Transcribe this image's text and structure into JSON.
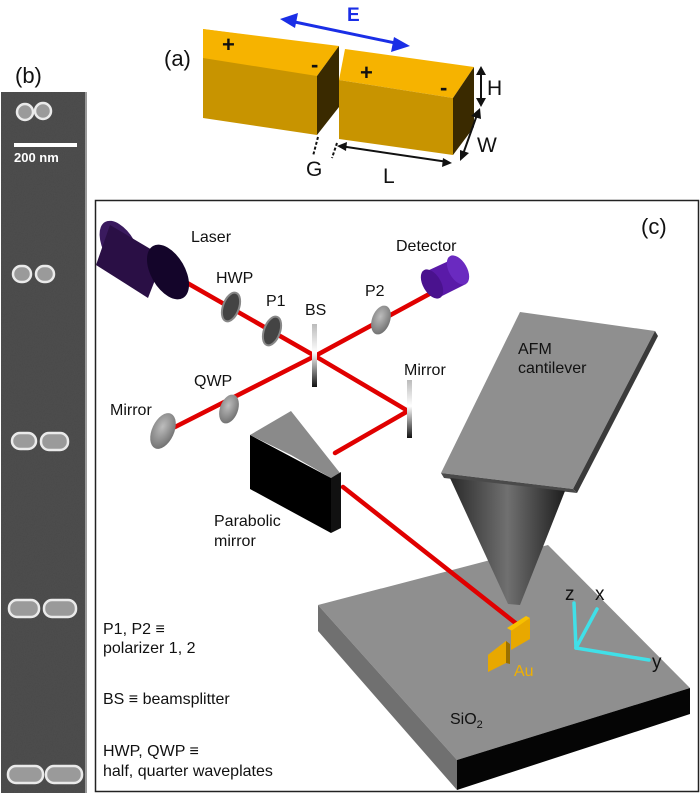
{
  "figure": {
    "panel_a": {
      "label": "(a)",
      "field_label": "E",
      "left_block": {
        "plus": "+",
        "minus": "-"
      },
      "right_block": {
        "plus": "+",
        "minus": "-"
      },
      "dimensions": {
        "height": "H",
        "width": "W",
        "length": "L",
        "gap": "G"
      },
      "colors": {
        "gold_top": "#f7b500",
        "gold_front": "#c89400",
        "gold_side": "#3a2a00",
        "field_arrow": "#1a2ee6"
      }
    },
    "panel_b": {
      "label": "(b)",
      "scale_bar": "200 nm",
      "dimer_count": 5
    },
    "panel_c": {
      "label": "(c)",
      "components": {
        "laser": "Laser",
        "detector": "Detector",
        "hwp": "HWP",
        "p1": "P1",
        "p2": "P2",
        "bs": "BS",
        "qwp": "QWP",
        "mirror_left": "Mirror",
        "mirror_right": "Mirror",
        "parabolic_mirror_line1": "Parabolic",
        "parabolic_mirror_line2": "mirror",
        "afm_line1": "AFM",
        "afm_line2": "cantilever",
        "sample": "Au",
        "substrate": "SiO",
        "substrate_sub": "2"
      },
      "axes": {
        "z": "z",
        "x": "x",
        "y": "y"
      },
      "legend": [
        {
          "line1": "P1, P2  ≡",
          "line2": "polarizer 1, 2"
        },
        {
          "line1": "BS ≡ beamsplitter",
          "line2": ""
        },
        {
          "line1": "HWP, QWP ≡",
          "line2": "half, quarter waveplates"
        }
      ],
      "colors": {
        "beam": "#e00000",
        "laser_body": "#2a0f45",
        "detector_body": "#5a1aa8",
        "axis": "#40e0e8",
        "au": "#f0b000"
      }
    }
  }
}
